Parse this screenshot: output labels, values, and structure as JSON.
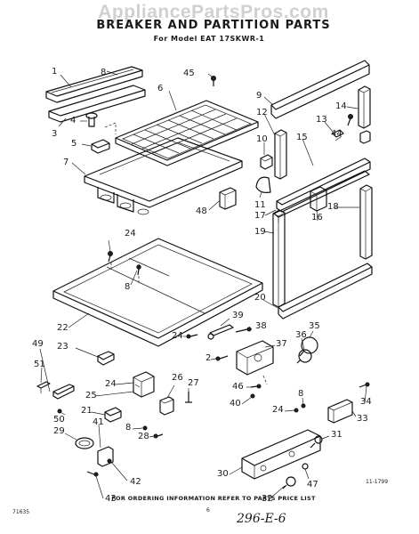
{
  "watermark": "AppliancePartsPros.com",
  "header": {
    "title": "BREAKER AND PARTITION PARTS",
    "subtitle": "For Model EAT 17SKWR-1"
  },
  "diagram_code": "11-1799",
  "corner_code": "71635",
  "footer": {
    "note": "FOR ORDERING INFORMATION REFER TO PARTS PRICE LIST",
    "page": "6"
  },
  "handwriting": "296-E-6",
  "callouts": [
    "1",
    "8",
    "3",
    "4",
    "5",
    "6",
    "45",
    "7",
    "48",
    "9",
    "12",
    "14",
    "13",
    "44",
    "10",
    "15",
    "11",
    "16",
    "17",
    "18",
    "19",
    "20",
    "24",
    "8",
    "22",
    "23",
    "39",
    "38",
    "24",
    "2",
    "37",
    "35",
    "36",
    "49",
    "51",
    "24",
    "25",
    "50",
    "21",
    "29",
    "41",
    "26",
    "27",
    "8",
    "28",
    "46",
    "40",
    "24",
    "8",
    "33",
    "34",
    "30",
    "31",
    "47",
    "32",
    "42",
    "43"
  ]
}
